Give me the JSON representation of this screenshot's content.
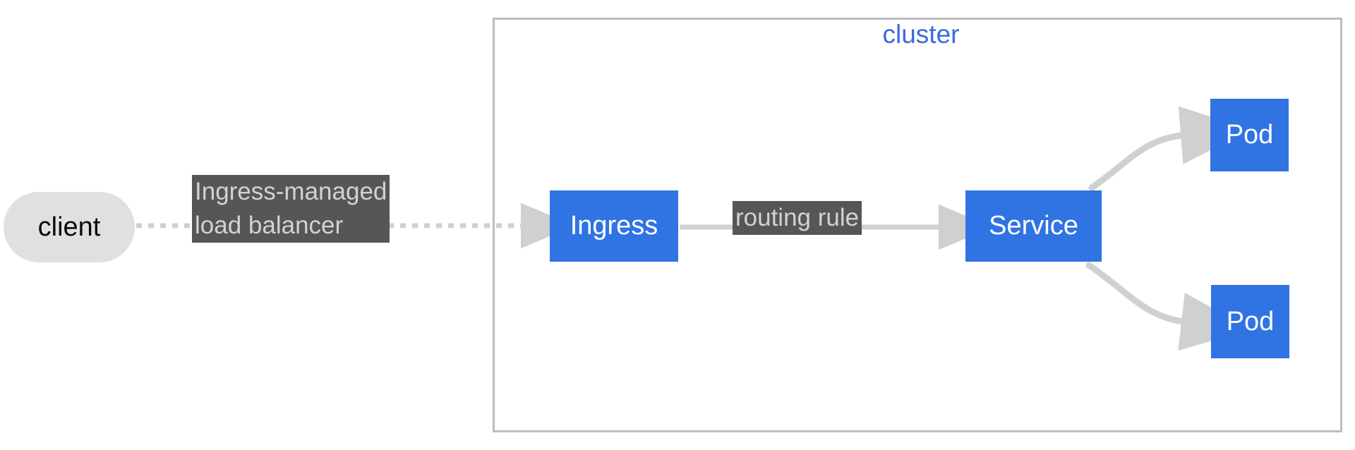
{
  "diagram": {
    "type": "flowchart",
    "title_visible": false,
    "colors": {
      "node_blue": "#3073e3",
      "node_blue_text": "#ffffff",
      "client_fill": "#e0e0e0",
      "client_text": "#0b0b0b",
      "cluster_border": "#bdbdbd",
      "cluster_label": "#3b69df",
      "edge_label_fill": "#565656",
      "edge_label_text": "#d2d2d2",
      "edge_stroke": "#d0d0d0",
      "background": "#ffffff"
    },
    "cluster": {
      "label": "cluster"
    },
    "nodes": [
      {
        "id": "client",
        "label": "client",
        "shape": "stadium",
        "inside_cluster": false
      },
      {
        "id": "ingress",
        "label": "Ingress",
        "shape": "rect",
        "inside_cluster": true
      },
      {
        "id": "service",
        "label": "Service",
        "shape": "rect",
        "inside_cluster": true
      },
      {
        "id": "pod-top",
        "label": "Pod",
        "shape": "rect",
        "inside_cluster": true
      },
      {
        "id": "pod-bottom",
        "label": "Pod",
        "shape": "rect",
        "inside_cluster": true
      }
    ],
    "edges": [
      {
        "from": "client",
        "to": "ingress",
        "style": "dotted",
        "arrow": "triangle",
        "label_line_1": "Ingress-managed",
        "label_line_2": "load balancer"
      },
      {
        "from": "ingress",
        "to": "service",
        "style": "solid",
        "arrow": "triangle",
        "label": "routing rule"
      },
      {
        "from": "service",
        "to": "pod-top",
        "style": "solid-curved",
        "arrow": "triangle",
        "label": ""
      },
      {
        "from": "service",
        "to": "pod-bottom",
        "style": "solid-curved",
        "arrow": "triangle",
        "label": ""
      }
    ]
  }
}
